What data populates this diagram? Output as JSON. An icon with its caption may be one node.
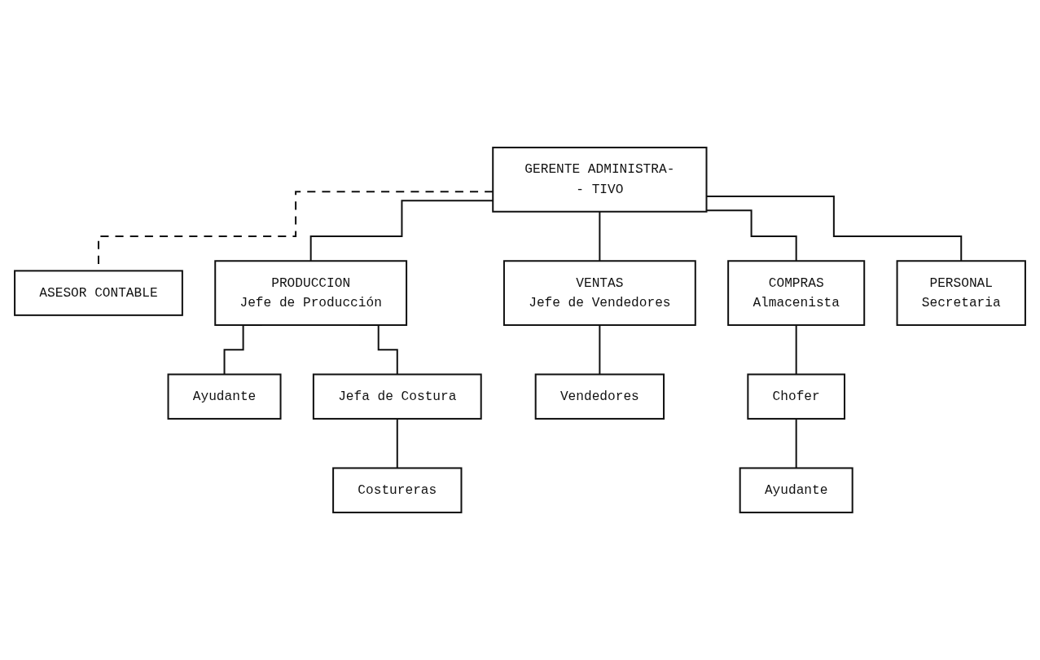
{
  "diagram": {
    "nodes": [
      {
        "text": [
          "GERENTE ADMINISTRA-- TIVO"
        ]
      },
      {
        "text": [
          "ASESOR CONTABLE"
        ]
      },
      {
        "text": [
          "PRODUCCION",
          "Jefe de Producción"
        ]
      },
      {
        "text": [
          "VENTAS",
          "Jefe de Vendedores"
        ]
      },
      {
        "text": [
          "COMPRAS",
          "Almacenista"
        ]
      },
      {
        "text": [
          "PERSONAL",
          "Secretaria"
        ]
      },
      {
        "text": [
          "Ayudante"
        ]
      },
      {
        "text": [
          "Jefa de Costura"
        ]
      },
      {
        "text": [
          "Vendedores"
        ]
      },
      {
        "text": [
          "Chofer"
        ]
      },
      {
        "text": [
          "Costureras"
        ]
      },
      {
        "text": [
          "Ayudante"
        ]
      }
    ],
    "edges": [
      {
        "from": 0,
        "to": 1,
        "arrow": "none",
        "style": "dashed"
      },
      {
        "from": 0,
        "to": 2,
        "arrow": "none"
      },
      {
        "from": 0,
        "to": 3,
        "arrow": "none"
      },
      {
        "from": 0,
        "to": 4,
        "arrow": "none"
      },
      {
        "from": 0,
        "to": 5,
        "arrow": "none"
      },
      {
        "from": 2,
        "to": 6,
        "arrow": "none"
      },
      {
        "from": 2,
        "to": 7,
        "arrow": "none"
      },
      {
        "from": 3,
        "to": 8,
        "arrow": "none"
      },
      {
        "from": 4,
        "to": 9,
        "arrow": "none"
      },
      {
        "from": 7,
        "to": 10,
        "arrow": "none"
      },
      {
        "from": 9,
        "to": 11,
        "arrow": "none"
      }
    ]
  }
}
